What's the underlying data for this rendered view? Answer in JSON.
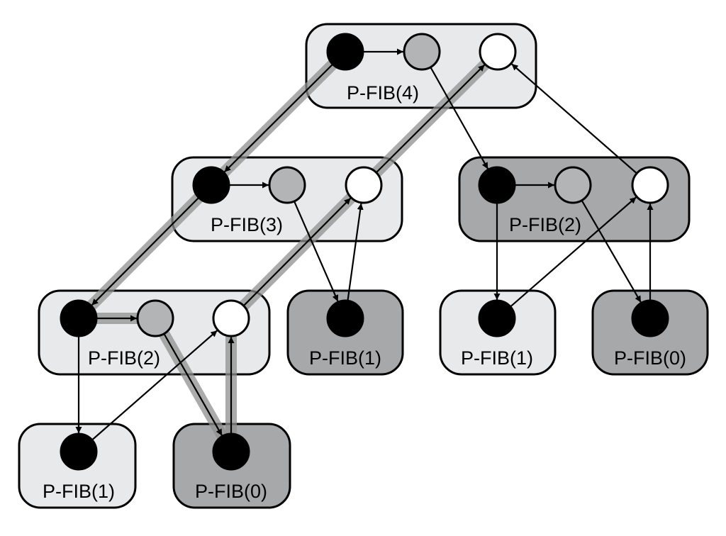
{
  "colors": {
    "box_light": "#e8e9ea",
    "box_dark": "#a7a8a9",
    "strand_black": "#000000",
    "strand_gray": "#b3b4b5",
    "strand_white": "#ffffff",
    "critical_path": "#8f8f8f"
  },
  "nodes": [
    {
      "id": "fib4",
      "label": "P-FIB(4)",
      "shade": "light",
      "strands": [
        "black",
        "gray",
        "white"
      ]
    },
    {
      "id": "fib3",
      "label": "P-FIB(3)",
      "shade": "light",
      "strands": [
        "black",
        "gray",
        "white"
      ]
    },
    {
      "id": "fib2r",
      "label": "P-FIB(2)",
      "shade": "dark",
      "strands": [
        "black",
        "gray",
        "white"
      ]
    },
    {
      "id": "fib2l",
      "label": "P-FIB(2)",
      "shade": "light",
      "strands": [
        "black",
        "gray",
        "white"
      ]
    },
    {
      "id": "fib1m",
      "label": "P-FIB(1)",
      "shade": "dark",
      "strands": [
        "black"
      ]
    },
    {
      "id": "fib1r",
      "label": "P-FIB(1)",
      "shade": "light",
      "strands": [
        "black"
      ]
    },
    {
      "id": "fib0r",
      "label": "P-FIB(0)",
      "shade": "dark",
      "strands": [
        "black"
      ]
    },
    {
      "id": "fib1l",
      "label": "P-FIB(1)",
      "shade": "light",
      "strands": [
        "black"
      ]
    },
    {
      "id": "fib0l",
      "label": "P-FIB(0)",
      "shade": "dark",
      "strands": [
        "black"
      ]
    }
  ],
  "edges": [
    {
      "from": "fib4.0",
      "to": "fib4.1"
    },
    {
      "from": "fib4.0",
      "to": "fib3.0"
    },
    {
      "from": "fib4.1",
      "to": "fib2r.0"
    },
    {
      "from": "fib3.2",
      "to": "fib4.2"
    },
    {
      "from": "fib2r.2",
      "to": "fib4.2"
    },
    {
      "from": "fib3.0",
      "to": "fib3.1"
    },
    {
      "from": "fib3.0",
      "to": "fib2l.0"
    },
    {
      "from": "fib3.1",
      "to": "fib1m.0"
    },
    {
      "from": "fib1m.0",
      "to": "fib3.2"
    },
    {
      "from": "fib2l.2",
      "to": "fib3.2"
    },
    {
      "from": "fib2r.0",
      "to": "fib2r.1"
    },
    {
      "from": "fib2r.0",
      "to": "fib1r.0"
    },
    {
      "from": "fib2r.1",
      "to": "fib0r.0"
    },
    {
      "from": "fib1r.0",
      "to": "fib2r.2"
    },
    {
      "from": "fib0r.0",
      "to": "fib2r.2"
    },
    {
      "from": "fib2l.0",
      "to": "fib2l.1"
    },
    {
      "from": "fib2l.0",
      "to": "fib1l.0"
    },
    {
      "from": "fib2l.1",
      "to": "fib0l.0"
    },
    {
      "from": "fib1l.0",
      "to": "fib2l.2"
    },
    {
      "from": "fib0l.0",
      "to": "fib2l.2"
    }
  ],
  "critical_path": [
    "fib4.0",
    "fib3.0",
    "fib2l.0",
    "fib2l.1",
    "fib0l.0",
    "fib2l.2",
    "fib3.2",
    "fib4.2"
  ]
}
